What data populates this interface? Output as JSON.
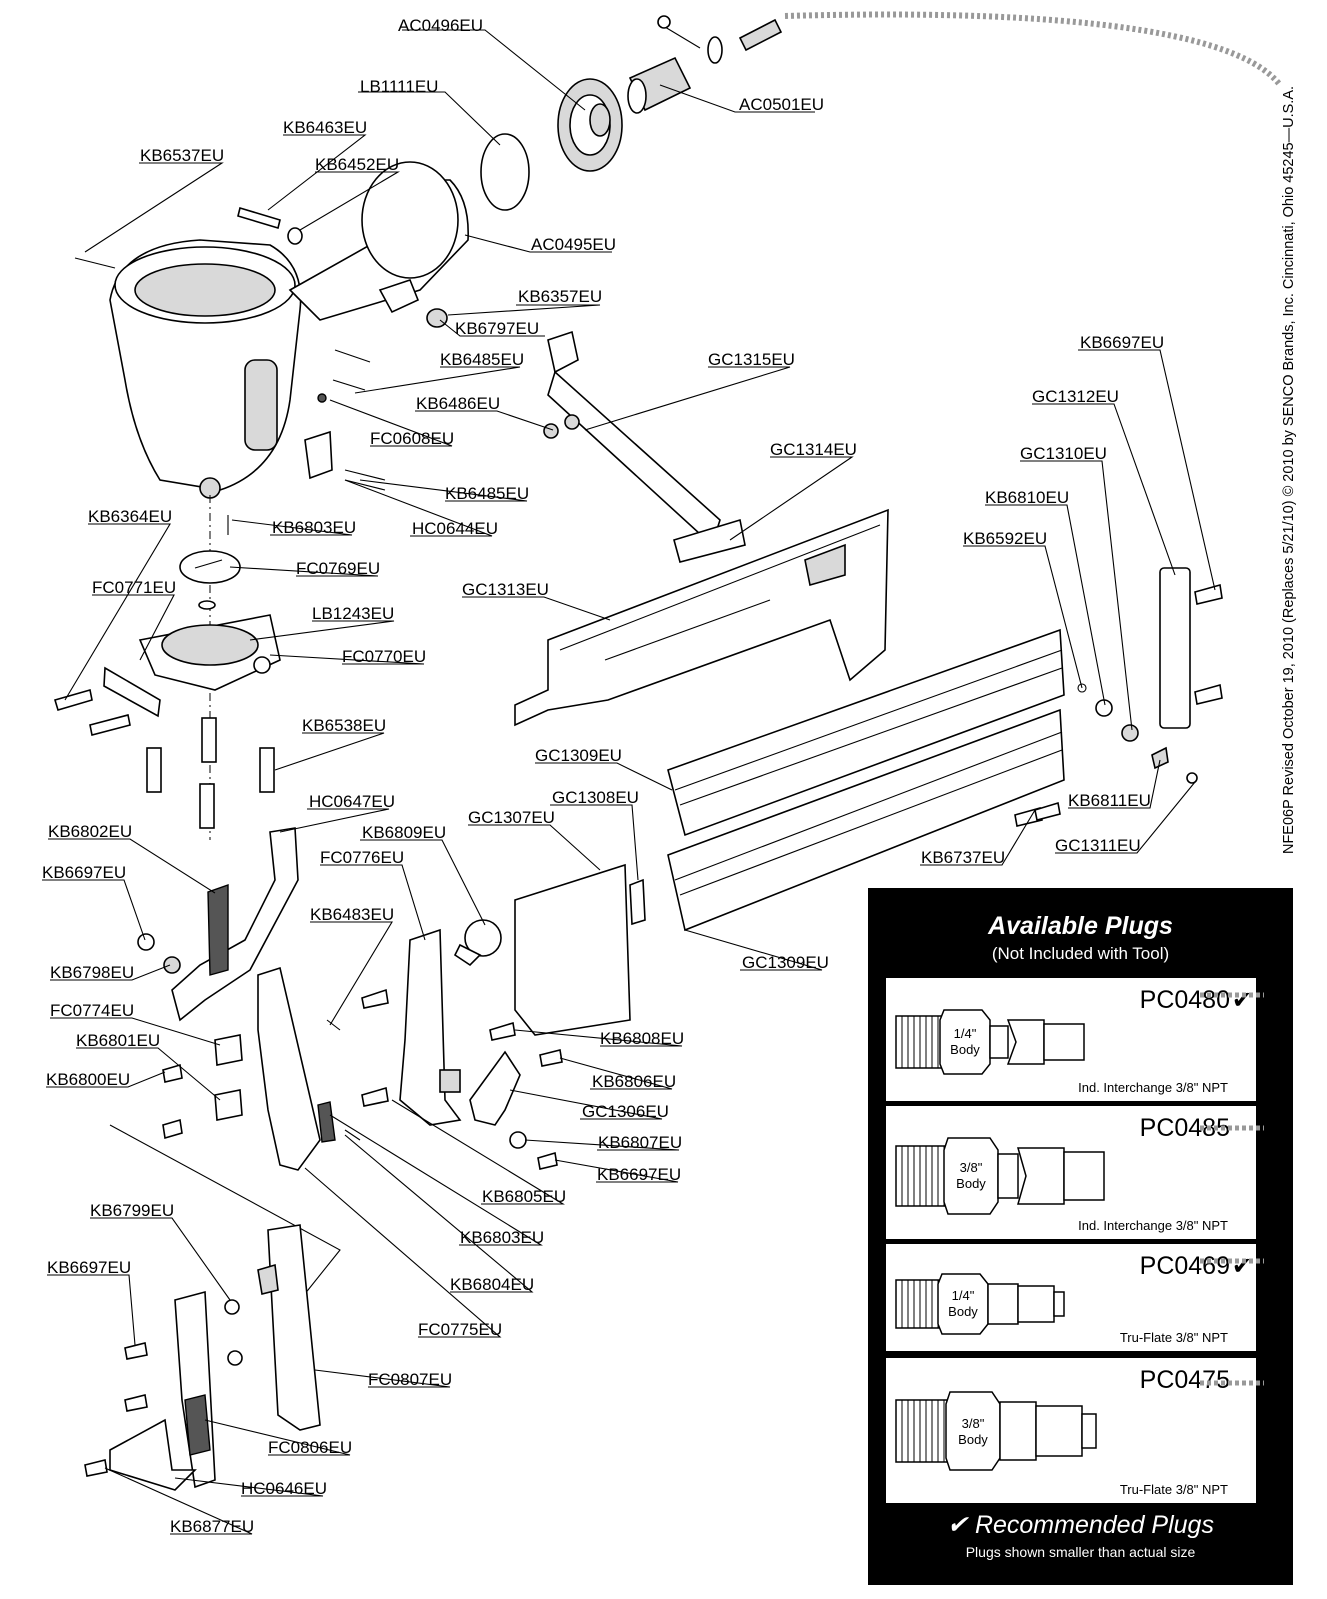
{
  "labels": {
    "AC0496EU": "AC0496EU",
    "LB1111EU": "LB1111EU",
    "KB6463EU": "KB6463EU",
    "KB6452EU": "KB6452EU",
    "KB6537EU": "KB6537EU",
    "AC0501EU": "AC0501EU",
    "AC0495EU": "AC0495EU",
    "KB6357EU": "KB6357EU",
    "KB6797EU": "KB6797EU",
    "KB6485EU_a": "KB6485EU",
    "GC1315EU": "GC1315EU",
    "KB6697EU_a": "KB6697EU",
    "KB6486EU": "KB6486EU",
    "GC1312EU": "GC1312EU",
    "FC0608EU": "FC0608EU",
    "GC1314EU": "GC1314EU",
    "GC1310EU": "GC1310EU",
    "KB6485EU_b": "KB6485EU",
    "KB6810EU": "KB6810EU",
    "HC0644EU": "HC0644EU",
    "KB6364EU": "KB6364EU",
    "KB6803EU_a": "KB6803EU",
    "KB6592EU": "KB6592EU",
    "FC0769EU": "FC0769EU",
    "FC0771EU": "FC0771EU",
    "GC1313EU": "GC1313EU",
    "LB1243EU": "LB1243EU",
    "FC0770EU": "FC0770EU",
    "KB6538EU": "KB6538EU",
    "GC1309EU_a": "GC1309EU",
    "KB6811EU": "KB6811EU",
    "HC0647EU": "HC0647EU",
    "GC1308EU": "GC1308EU",
    "KB6802EU": "KB6802EU",
    "GC1307EU": "GC1307EU",
    "KB6809EU": "KB6809EU",
    "GC1311EU": "GC1311EU",
    "FC0776EU": "FC0776EU",
    "KB6737EU": "KB6737EU",
    "KB6697EU_b": "KB6697EU",
    "KB6483EU": "KB6483EU",
    "KB6798EU": "KB6798EU",
    "GC1309EU_b": "GC1309EU",
    "FC0774EU": "FC0774EU",
    "KB6808EU": "KB6808EU",
    "KB6801EU": "KB6801EU",
    "KB6806EU": "KB6806EU",
    "KB6800EU": "KB6800EU",
    "GC1306EU": "GC1306EU",
    "KB6807EU": "KB6807EU",
    "KB6697EU_c": "KB6697EU",
    "KB6805EU": "KB6805EU",
    "KB6803EU_b": "KB6803EU",
    "KB6799EU": "KB6799EU",
    "KB6804EU": "KB6804EU",
    "KB6697EU_d": "KB6697EU",
    "FC0775EU": "FC0775EU",
    "FC0807EU": "FC0807EU",
    "FC0806EU": "FC0806EU",
    "HC0646EU": "HC0646EU",
    "KB6877EU": "KB6877EU"
  },
  "side_note": "NFE06P Revised October 19, 2010 (Replaces 5/21/10) © 2010 by SENCO Brands, Inc. Cincinnati, Ohio 45245—U.S.A.",
  "plugs_panel": {
    "title": "Available Plugs",
    "subtitle": "(Not Included with Tool)",
    "recommended": "Recommended Plugs",
    "recommended_icon": "check-mark-icon",
    "note": "Plugs shown smaller than actual size",
    "items": [
      {
        "code": "PC0480",
        "recommended": true,
        "body": [
          "1/4\"",
          "Body"
        ],
        "desc": "Ind. Interchange 3/8\" NPT"
      },
      {
        "code": "PC0485",
        "recommended": false,
        "body": [
          "3/8\"",
          "Body"
        ],
        "desc": "Ind. Interchange 3/8\" NPT"
      },
      {
        "code": "PC0469",
        "recommended": true,
        "body": [
          "1/4\"",
          "Body"
        ],
        "desc": "Tru-Flate 3/8\" NPT"
      },
      {
        "code": "PC0475",
        "recommended": false,
        "body": [
          "3/8\"",
          "Body"
        ],
        "desc": "Tru-Flate 3/8\" NPT"
      }
    ]
  },
  "colors": {
    "panel_bg": "#000000",
    "card_bg": "#ffffff",
    "dotted": "#999999"
  }
}
